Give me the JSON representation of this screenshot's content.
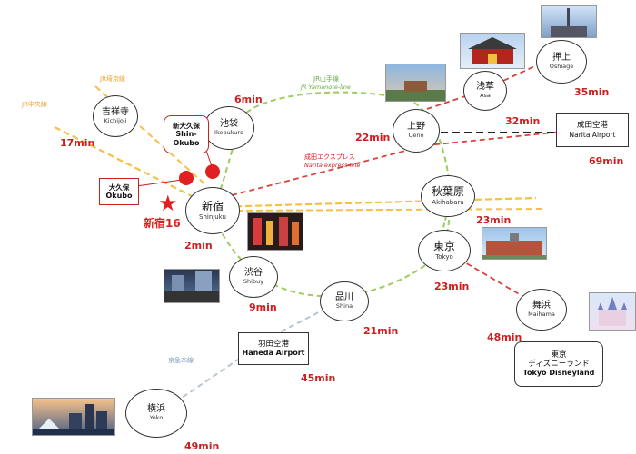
{
  "colors": {
    "jr_yamanote": "#9fcb5f",
    "jr_chuo": "#f5c04a",
    "jr_saikyo": "#f5c04a",
    "narita_express": "#d9433b",
    "keikyu": "#b9c4cf",
    "keisei": "#222222",
    "accent_red": "#cc1f1f"
  },
  "lines": {
    "saikyo": "JR埼京線",
    "chuo": "JR中央線",
    "yamanote_jp": "JR山手線",
    "yamanote_en": "JR Yamanote-line",
    "nex_jp": "成田エクスプレス",
    "nex_en": "Narita express-line",
    "keikyu": "京急本線"
  },
  "stations": {
    "kichijoji": {
      "jp": "吉祥寺",
      "en": "Kichijoji"
    },
    "ikebukuro": {
      "jp": "池袋",
      "en": "Ikebukuro"
    },
    "shinjuku": {
      "jp": "新宿",
      "en": "Shinjuku"
    },
    "ueno": {
      "jp": "上野",
      "en": "Ueno"
    },
    "asakusa": {
      "jp": "浅草",
      "en": "Asa"
    },
    "oshiage": {
      "jp": "押上",
      "en": "Oshiage"
    },
    "akihabara": {
      "jp": "秋葉原",
      "en": "Akihabara"
    },
    "tokyo": {
      "jp": "東京",
      "en": "Tokyo"
    },
    "shibuya": {
      "jp": "渋谷",
      "en": "Shibuy"
    },
    "shinagawa": {
      "jp": "品川",
      "en": "Shina"
    },
    "maihama": {
      "jp": "舞浜",
      "en": "Maihama"
    },
    "yokohama": {
      "jp": "横浜",
      "en": "Yoko"
    }
  },
  "boxes": {
    "narita": {
      "jp": "成田空港",
      "en": "Narita Airport"
    },
    "haneda": {
      "jp": "羽田空港",
      "en": "Haneda Airport"
    },
    "disney": {
      "jp1": "東京",
      "jp2": "ディズニーランド",
      "en": "Tokyo Disneyland"
    },
    "shin_okubo": {
      "jp": "新大久保",
      "en1": "Shin-",
      "en2": "Okubo"
    },
    "okubo": {
      "jp": "大久保",
      "en": "Okubo"
    }
  },
  "times": {
    "kichijoji": "17min",
    "ikebukuro": "6min",
    "ueno": "22min",
    "asakusa": "32min",
    "oshiage": "35min",
    "narita": "69min",
    "akihabara": "23min",
    "tokyo": "23min",
    "shinjuku": "2min",
    "shibuya": "9min",
    "shinagawa": "21min",
    "haneda": "45min",
    "maihama": "48min",
    "yokohama": "49min"
  },
  "landmark": "新宿16",
  "icons": {
    "landmark": "star-icon",
    "stops": "red-dot-icon"
  }
}
